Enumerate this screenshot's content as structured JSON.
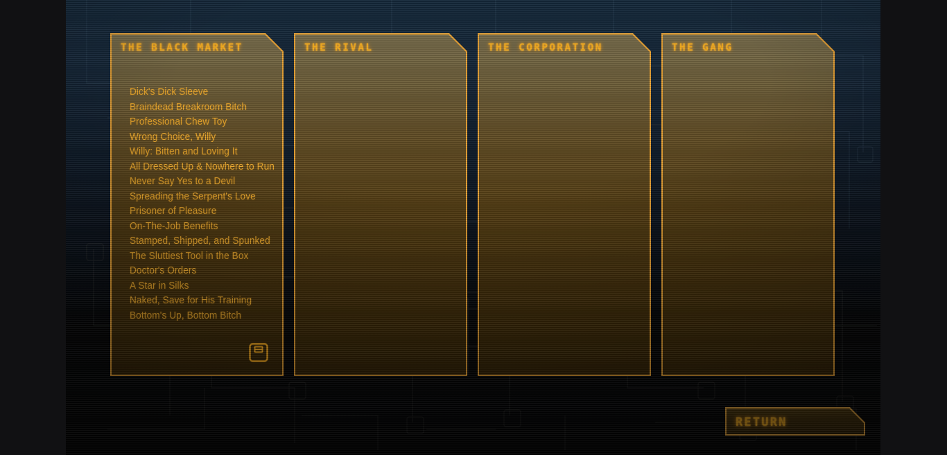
{
  "theme": {
    "accent": "#f0a93a",
    "title_color": "#ffb521",
    "list_color": "#efab2d",
    "background_top": "#15293b",
    "background_bottom": "#060607",
    "letterbox": "#111113"
  },
  "panels": [
    {
      "title": "THE BLACK MARKET",
      "items": [
        "Dick's Dick Sleeve",
        "Braindead Breakroom Bitch",
        "Professional Chew Toy",
        "Wrong Choice, Willy",
        "Willy: Bitten and Loving It",
        "All Dressed Up & Nowhere to Run",
        "Never Say Yes to a Devil",
        "Spreading the Serpent's Love",
        "Prisoner of Pleasure",
        "On-The-Job Benefits",
        "Stamped, Shipped, and Spunked",
        "The Sluttiest Tool in the Box",
        "Doctor's Orders",
        "A Star in Silks",
        "Naked, Save for His Training",
        "Bottom's Up, Bottom Bitch"
      ],
      "save_icon": "floppy-disk-icon"
    },
    {
      "title": "THE RIVAL",
      "items": []
    },
    {
      "title": "THE CORPORATION",
      "items": []
    },
    {
      "title": "THE GANG",
      "items": []
    }
  ],
  "return_button": {
    "label": "RETURN"
  }
}
